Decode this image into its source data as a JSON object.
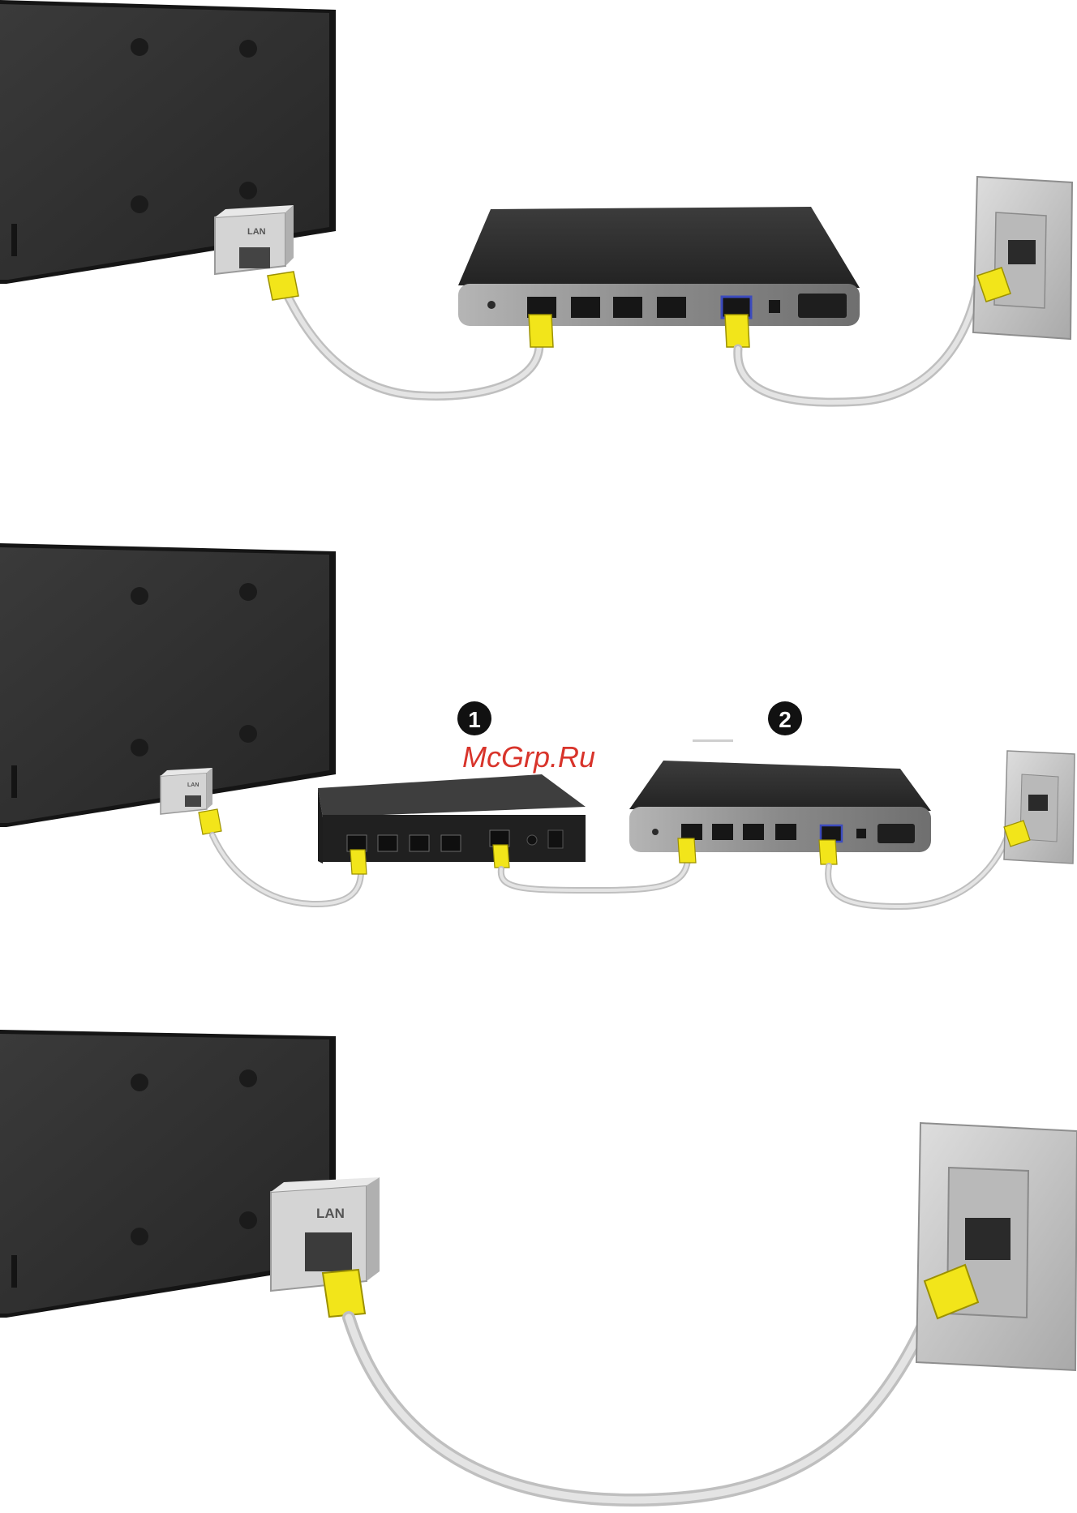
{
  "labels": {
    "lan": "LAN",
    "badge_1": "1",
    "badge_2": "2",
    "watermark": "McGrp.Ru"
  },
  "colors": {
    "tv_body": "#2f2f2f",
    "tv_frame": "#1a1a1a",
    "router_body": "#2a2a2a",
    "router_panel": "#8d8d8d",
    "plug_yellow": "#f2e51a",
    "cable_grey": "#d7d7d7",
    "wall_plate": "#c6c6c6",
    "lan_box": "#d4d4d4",
    "watermark": "#d8342b"
  },
  "icons": [
    "tv-back-icon",
    "lan-adapter-icon",
    "router-icon",
    "hub-icon",
    "wall-socket-icon",
    "ethernet-plug-icon",
    "power-switch-icon"
  ]
}
